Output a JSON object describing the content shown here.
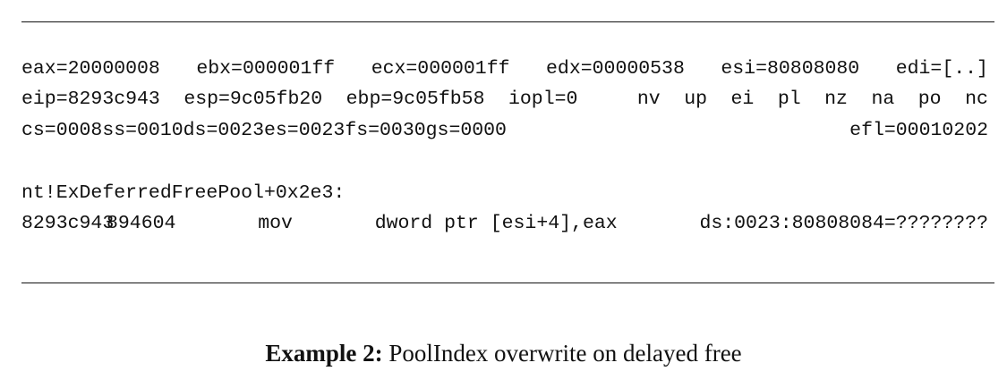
{
  "registers": {
    "row1": [
      "eax=20000008",
      "ebx=000001ff",
      "ecx=000001ff",
      "edx=00000538",
      "esi=80808080",
      "edi=[..]"
    ],
    "row2": [
      "eip=8293c943",
      "esp=9c05fb20",
      "ebp=9c05fb58",
      "iopl=0",
      "nv",
      "up",
      "ei",
      "pl",
      "nz",
      "na",
      "po",
      "nc"
    ],
    "row3": [
      "cs=0008",
      "ss=0010",
      "ds=0023",
      "es=0023",
      "fs=0030",
      "gs=0000",
      "efl=00010202"
    ]
  },
  "disassembly": {
    "symbol": "nt!ExDeferredFreePool+0x2e3:",
    "address": "8293c943",
    "opcode": "894604",
    "mnemonic": "mov",
    "operands": "dword ptr [esi+4],eax",
    "effective_address": "ds:0023:80808084=????????"
  },
  "caption": {
    "label": "Example 2:",
    "text": "PoolIndex overwrite on delayed free"
  }
}
